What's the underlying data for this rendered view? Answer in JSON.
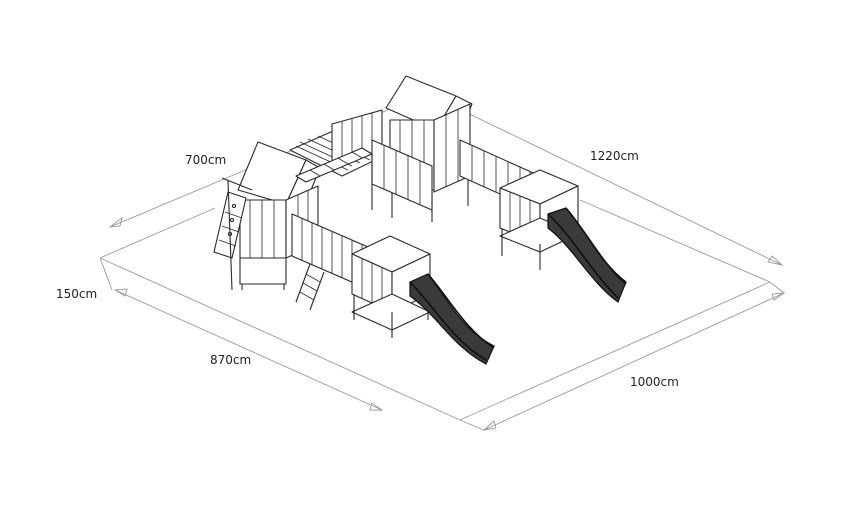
{
  "dimensions": {
    "left_top": "700cm",
    "right_top": "1220cm",
    "left_side": "150cm",
    "bottom_left": "870cm",
    "bottom_right": "1000cm"
  },
  "colors": {
    "line": "#2a2a2a",
    "dimension_line": "#9a9a9a",
    "slide": "#3a3a3a",
    "background": "#ffffff"
  }
}
